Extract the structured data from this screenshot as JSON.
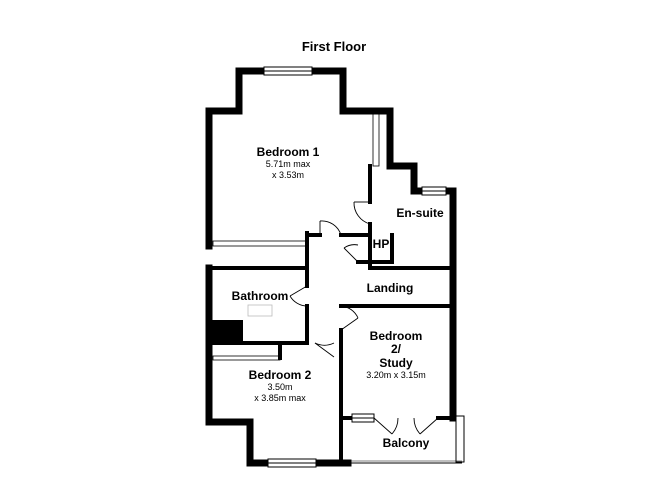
{
  "plan": {
    "title": "First Floor",
    "rooms": {
      "bedroom1": {
        "name": "Bedroom 1",
        "dim1": "5.71m max",
        "dim2": "x 3.53m"
      },
      "ensuite": {
        "name": "En-suite"
      },
      "hp": {
        "name": "HP"
      },
      "bathroom": {
        "name": "Bathroom"
      },
      "landing": {
        "name": "Landing"
      },
      "bedroom2": {
        "name": "Bedroom 2",
        "dim1": "3.50m",
        "dim2": "x 3.85m max"
      },
      "bedroom2study": {
        "name_l1": "Bedroom",
        "name_l2": "2/",
        "name_l3": "Study",
        "dim": "3.20m x 3.15m"
      },
      "balcony": {
        "name": "Balcony"
      }
    },
    "colors": {
      "wall": "#000000",
      "window": "#ffffff",
      "fixture": "#808080"
    }
  }
}
